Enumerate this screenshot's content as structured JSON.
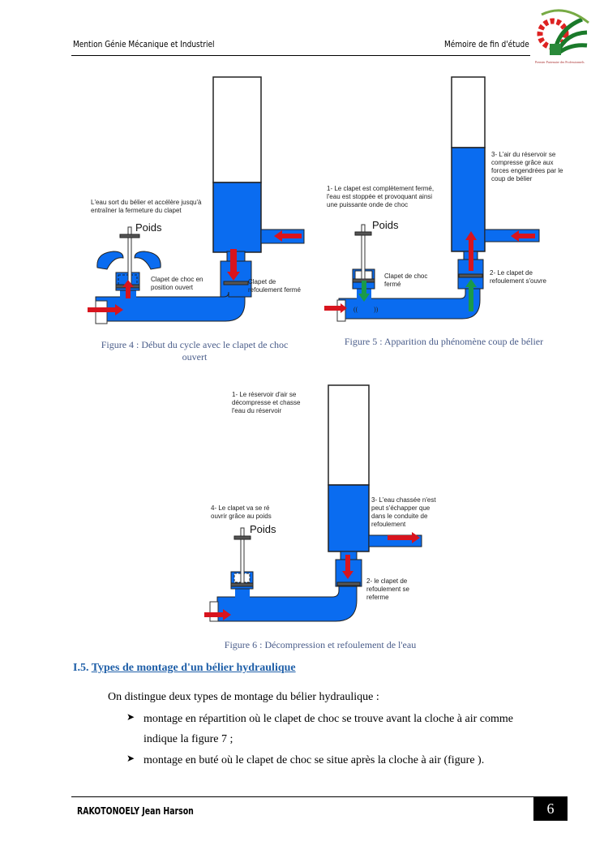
{
  "header": {
    "left": "Mention Génie Mécanique et Industriel",
    "right": "Mémoire de fin d'étude",
    "logo_text": "Premier Partenaire des Professionnels"
  },
  "figure4": {
    "note": "L'eau sort du bélier et accélère jusqu'à entraîner la fermeture du clapet",
    "poids": "Poids",
    "clapet_choc": "Clapet de choc en position ouvert",
    "clapet_refoulement": "Clapet de refoulement fermé",
    "caption_line1": "Figure 4 : Début du cycle avec le clapet de choc",
    "caption_line2": "ouvert"
  },
  "figure5": {
    "note1": "1- Le clapet est complètement fermé, l'eau est stoppée et provoquant ainsi une puissante onde de choc",
    "note3": "3- L'air du réservoir se compresse grâce aux forces engendrées par le coup de bélier",
    "poids": "Poids",
    "clapet_choc": "Clapet de choc fermé",
    "note2": "2- Le clapet de refoulement s'ouvre",
    "caption": "Figure 5 : Apparition du phénomène coup de bélier"
  },
  "figure6": {
    "note1": "1- Le réservoir d'air se décompresse et chasse l'eau du réservoir",
    "note4": "4- Le clapet va se ré ouvrir grâce au poids",
    "poids": "Poids",
    "note3": "3- L'eau chassée n'est peut s'échapper que dans le conduite de refoulement",
    "note2": "2- le clapet de refoulement se referme",
    "caption": "Figure 6 : Décompression et refoulement de l'eau"
  },
  "section": {
    "number": "I.5.",
    "title": "Types de montage d'un bélier hydraulique"
  },
  "intro": "On distingue deux types de montage du bélier hydraulique :",
  "bullets": [
    {
      "line1": "montage en répartition où le clapet de choc se trouve avant la cloche à air comme",
      "line2": "indique la figure 7 ;"
    },
    {
      "line1": "montage en buté où le clapet de choc se situe après la cloche à air (figure )."
    }
  ],
  "footer": {
    "author": "RAKOTONOELY Jean Harson",
    "page_number": "6"
  },
  "colors": {
    "water": "#0a6cf0",
    "arrow_red": "#d8141e",
    "arrow_green": "#1a9a4a",
    "caption": "#4a5d8a",
    "heading": "#1f5fa8"
  }
}
